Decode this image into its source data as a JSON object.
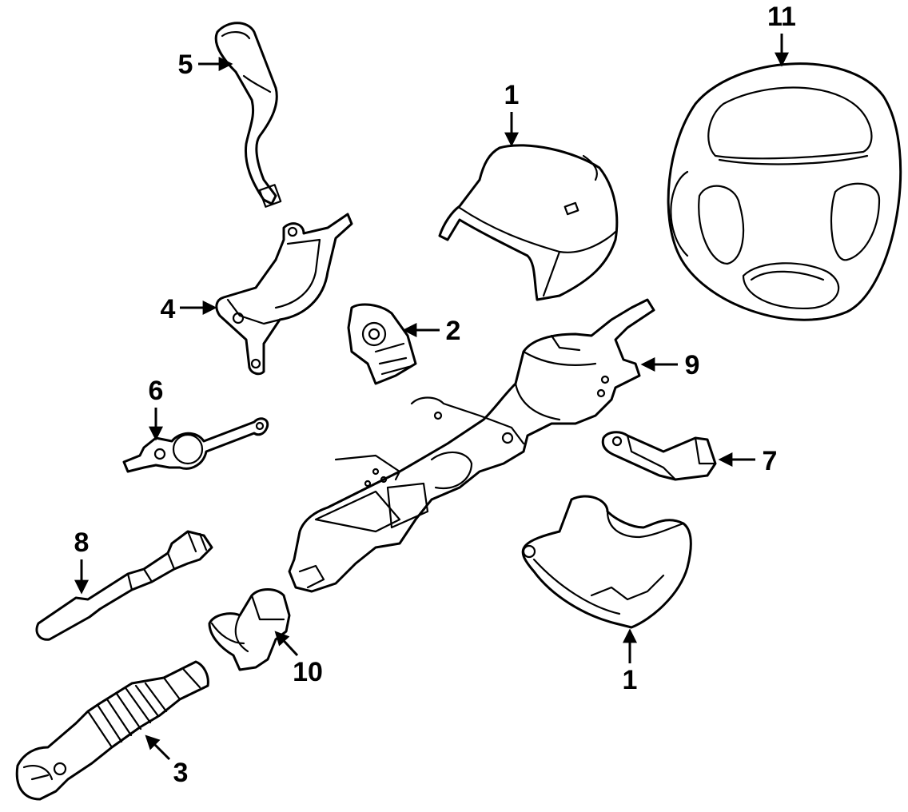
{
  "diagram": {
    "callouts": [
      {
        "id": "c1-top",
        "label": "1",
        "part": "upper-column-shroud"
      },
      {
        "id": "c1-bottom",
        "label": "1",
        "part": "lower-column-shroud"
      },
      {
        "id": "c2",
        "label": "2",
        "part": "ignition-lock-housing"
      },
      {
        "id": "c3",
        "label": "3",
        "part": "shift-lever-bracket"
      },
      {
        "id": "c4",
        "label": "4",
        "part": "shift-lever"
      },
      {
        "id": "c5",
        "label": "5",
        "part": "tilt-lever-link"
      },
      {
        "id": "c6",
        "label": "6",
        "part": "column-mounting-bracket"
      },
      {
        "id": "c7",
        "label": "7",
        "part": "shift-link-rod"
      },
      {
        "id": "c8",
        "label": "8",
        "part": "column-head-housing"
      },
      {
        "id": "c9",
        "label": "9",
        "part": "shaft-coupler"
      },
      {
        "id": "c10",
        "label": "10",
        "part": "intermediate-shaft"
      },
      {
        "id": "c11",
        "label": "11",
        "part": "steering-wheel"
      }
    ]
  }
}
